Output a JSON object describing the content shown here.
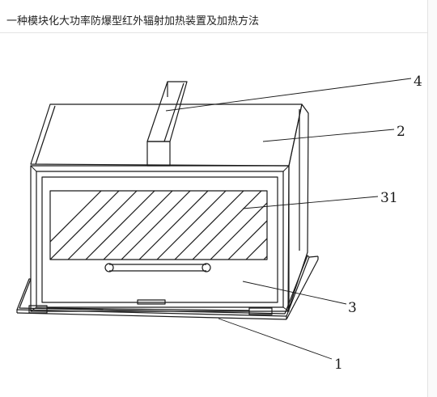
{
  "document": {
    "title": "一种模块化大功率防爆型红外辐射加热装置及加热方法"
  },
  "figure": {
    "callouts": [
      {
        "id": "4",
        "label": "4",
        "part": "handle"
      },
      {
        "id": "2",
        "label": "2",
        "part": "housing"
      },
      {
        "id": "31",
        "label": "31",
        "part": "radiant-panel"
      },
      {
        "id": "3",
        "label": "3",
        "part": "front-frame"
      },
      {
        "id": "1",
        "label": "1",
        "part": "base-plate"
      }
    ]
  }
}
